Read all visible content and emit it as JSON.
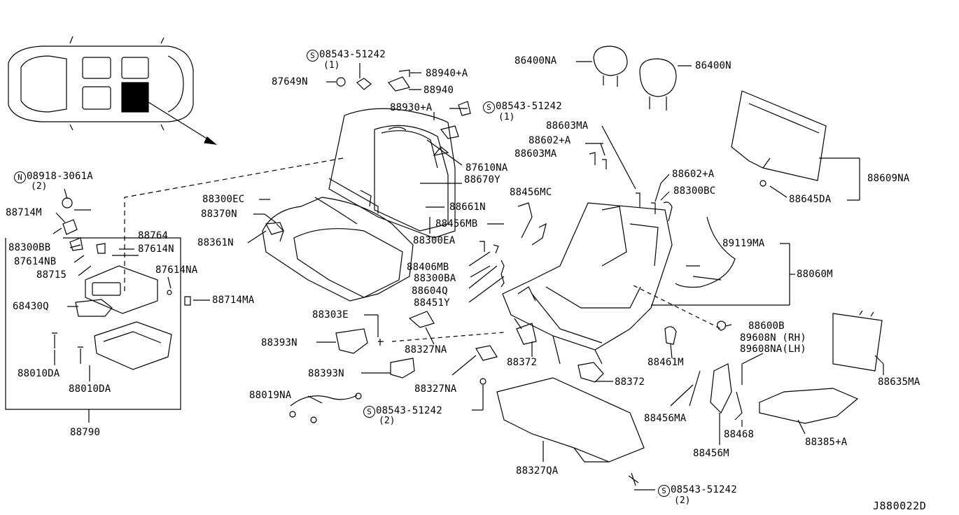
{
  "diagram": {
    "figure_code": "J880022D",
    "parts": {
      "p86400NA": "86400NA",
      "p86400N": "86400N",
      "p08543_a": "08543-51242",
      "p08543_a_qty": "(1)",
      "p88940A": "88940+A",
      "p87649N": "87649N",
      "p88940": "88940",
      "p88930A": "88930+A",
      "p08543_b": "08543-51242",
      "p08543_b_qty": "(1)",
      "p88603MA_a": "88603MA",
      "p88602A_a": "88602+A",
      "p88603MA_b": "88603MA",
      "p88609NA": "88609NA",
      "p88645DA": "88645DA",
      "p87610NA": "87610NA",
      "p88670Y": "88670Y",
      "p88602A_b": "88602+A",
      "p88300BC": "88300BC",
      "p88456MC": "88456MC",
      "p08918": "08918-3061A",
      "p08918_qty": "(2)",
      "p88300EC": "88300EC",
      "p88370N": "88370N",
      "p88661N": "88661N",
      "p88361N": "88361N",
      "p88456MB": "88456MB",
      "p88300EA": "88300EA",
      "p89119MA": "89119MA",
      "p88714M": "88714M",
      "p88764": "88764",
      "p88300BB": "88300BB",
      "p87614N": "87614N",
      "p87614NB": "87614NB",
      "p88406MB": "88406MB",
      "p88060M": "88060M",
      "p87614NA": "87614NA",
      "p88715": "88715",
      "p88300BA": "88300BA",
      "p88604Q": "88604Q",
      "p88714MA": "88714MA",
      "p88451Y": "88451Y",
      "p68430Q": "68430Q",
      "p88303E": "88303E",
      "p88600B": "88600B",
      "p89608N": "89608N (RH)",
      "p89608NA": "89608NA(LH)",
      "p88393N_a": "88393N",
      "p88327NA_a": "88327NA",
      "p88372_a": "88372",
      "p88461M": "88461M",
      "p88010DA_a": "88010DA",
      "p88635MA": "88635MA",
      "p88393N_b": "88393N",
      "p88372_b": "88372",
      "p88010DA_b": "88010DA",
      "p88327NA_b": "88327NA",
      "p88019NA": "88019NA",
      "p88456MA": "88456MA",
      "p08543_c": "08543-51242",
      "p08543_c_qty": "(2)",
      "p88468": "88468",
      "p88385A": "88385+A",
      "p88790": "88790",
      "p88456M": "88456M",
      "p88327QA": "88327QA",
      "p08543_d": "08543-51242",
      "p08543_d_qty": "(2)"
    },
    "marks": {
      "s": "S",
      "n": "N"
    }
  }
}
